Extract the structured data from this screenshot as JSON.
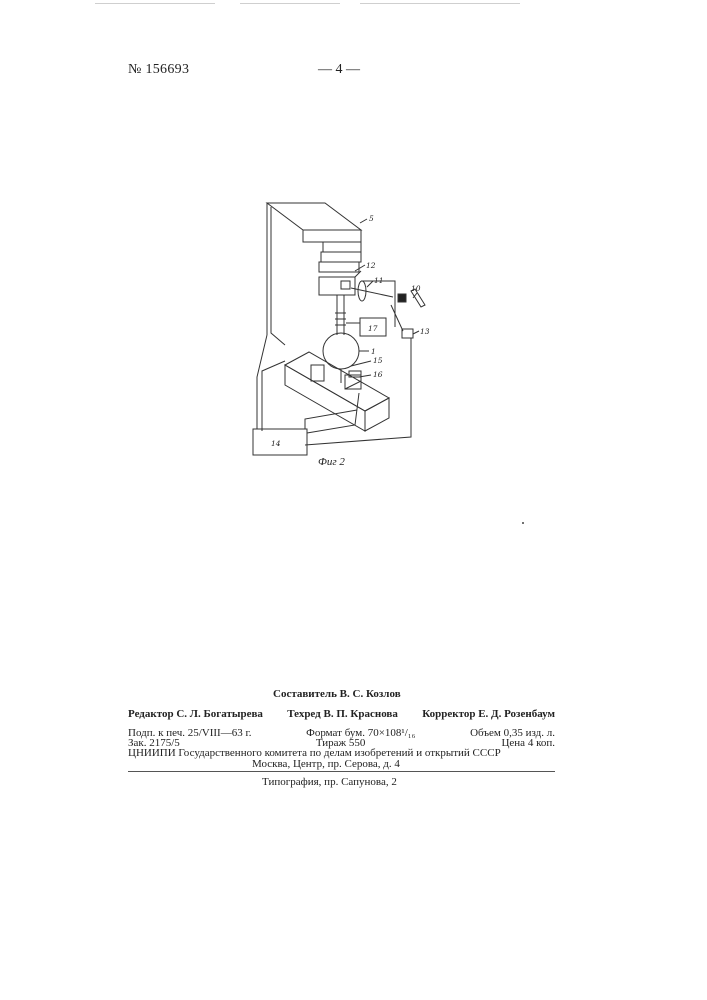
{
  "header": {
    "patent_number": "№ 156693",
    "page_number": "— 4 —"
  },
  "figure": {
    "caption": "Фиг 2",
    "labels": [
      "5",
      "12",
      "11",
      "10",
      "13",
      "17",
      "1",
      "15",
      "16",
      "14"
    ]
  },
  "imprint": {
    "compiler": "Составитель В. С. Козлов",
    "editor": "Редактор С. Л. Богатырева",
    "tech_editor": "Техред В. П. Краснова",
    "proofreader": "Корректор Е. Д. Розенбаум",
    "signed": "Подп. к печ. 25/VIII—63 г.",
    "format": "Формат бум. 70×108¹/₁₆",
    "volume": "Объем 0,35 изд. л.",
    "order": "Зак. 2175/5",
    "circulation": "Тираж 550",
    "price": "Цена 4 коп.",
    "organization": "ЦНИИПИ Государственного комитета по делам изобретений и открытий СССР",
    "address": "Москва, Центр, пр. Серова, д. 4",
    "printshop": "Типография, пр. Сапунова, 2"
  }
}
